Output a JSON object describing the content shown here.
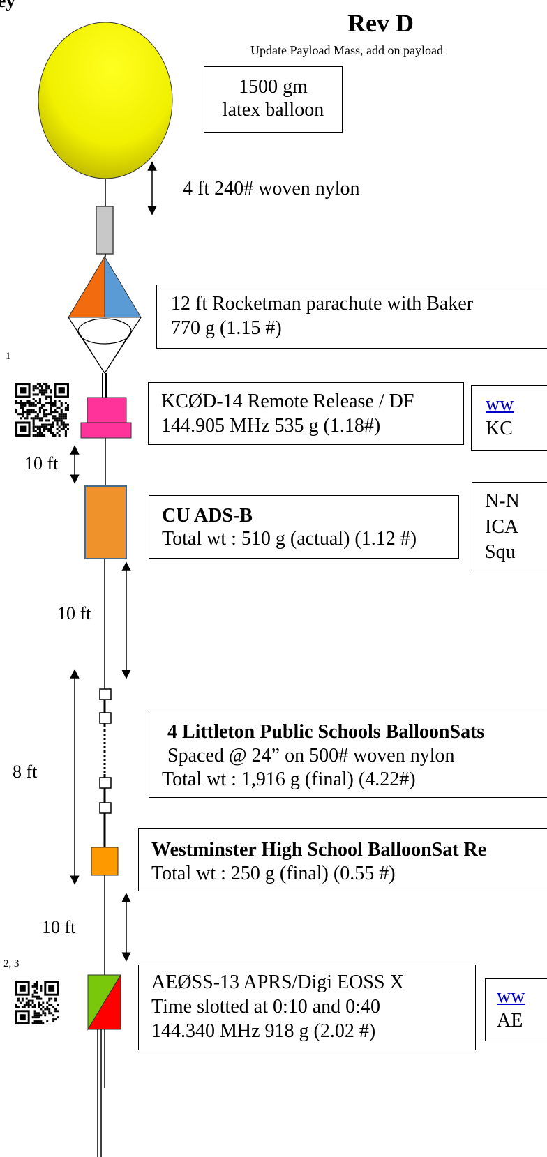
{
  "header": {
    "partial_top_left": "ey",
    "title": "Rev D",
    "subtitle": "Update Payload Mass, add on payload"
  },
  "balloon": {
    "line1": "1500 gm",
    "line2": "latex balloon",
    "tether": "4 ft 240# woven nylon"
  },
  "parachute": {
    "line1": "12 ft Rocketman parachute with Baker",
    "line2": "770 g (1.15 #)"
  },
  "release": {
    "footnote": "1",
    "line1": "KCØD-14 Remote Release  / DF",
    "line2": "144.905 MHz 535 g (1.18#)",
    "side_link": "ww",
    "side_text": "KC",
    "spacing": "10 ft"
  },
  "adsb": {
    "title": "CU ADS-B",
    "line2": "Total wt :  510 g (actual) (1.12 #)",
    "side1": "N-N",
    "side2": "ICA",
    "side3": "Squ",
    "spacing": "10 ft"
  },
  "lps": {
    "title": "4 Littleton Public Schools BalloonSats",
    "line2": "Spaced @ 24” on 500# woven nylon",
    "line3": "Total wt : 1,916 g (final) (4.22#)",
    "spacing": "8 ft"
  },
  "westminster": {
    "title": "Westminster High School BalloonSat Re",
    "line2": "Total wt : 250 g (final) (0.55 #)",
    "spacing": "10 ft"
  },
  "aprs": {
    "footnote": "2, 3",
    "line1": "AEØSS-13 APRS/Digi  EOSS X",
    "line2": "Time slotted at 0:10 and 0:40",
    "line3": "144.340 MHz   918 g (2.02 #)",
    "side_link": "ww",
    "side_text": "AE"
  },
  "colors": {
    "balloon": "#e8e800",
    "parachute_left": "#f26b0f",
    "parachute_right": "#5b9bd5",
    "release": "#ff3399",
    "adsb": "#f0922c",
    "westminster": "#ff9900",
    "aprs_green": "#7ac80c",
    "aprs_red": "#ff0000"
  }
}
